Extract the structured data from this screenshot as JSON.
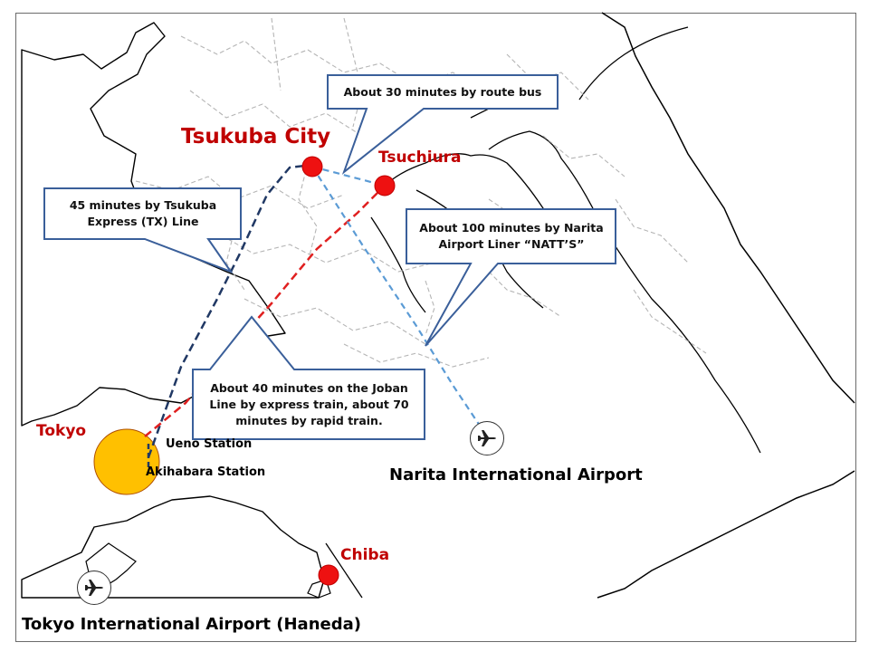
{
  "colors": {
    "city_label": "#c00000",
    "city_dot": "#ee1111",
    "tokyo_circle": "#ffc000",
    "tx_line": "#203864",
    "joban_line": "#e02020",
    "bus_line": "#5b9bd5",
    "callout_border": "#3a5f9a"
  },
  "cities": {
    "tsukuba": "Tsukuba City",
    "tsuchiura": "Tsuchiura",
    "tokyo": "Tokyo",
    "chiba": "Chiba"
  },
  "stations": {
    "ueno": "Ueno Station",
    "akihabara": "Akihabara Station"
  },
  "airports": {
    "narita": "Narita International Airport",
    "haneda": "Tokyo International Airport (Haneda)",
    "icon": "airplane-icon"
  },
  "callouts": {
    "route_bus": "About 30 minutes by route bus",
    "tx_line": "45 minutes by Tsukuba Express (TX) Line",
    "narita_liner": "About 100 minutes by Narita Airport Liner “NATT’S”",
    "joban": "About 40 minutes on the Joban Line by express train, about 70 minutes by rapid train."
  }
}
